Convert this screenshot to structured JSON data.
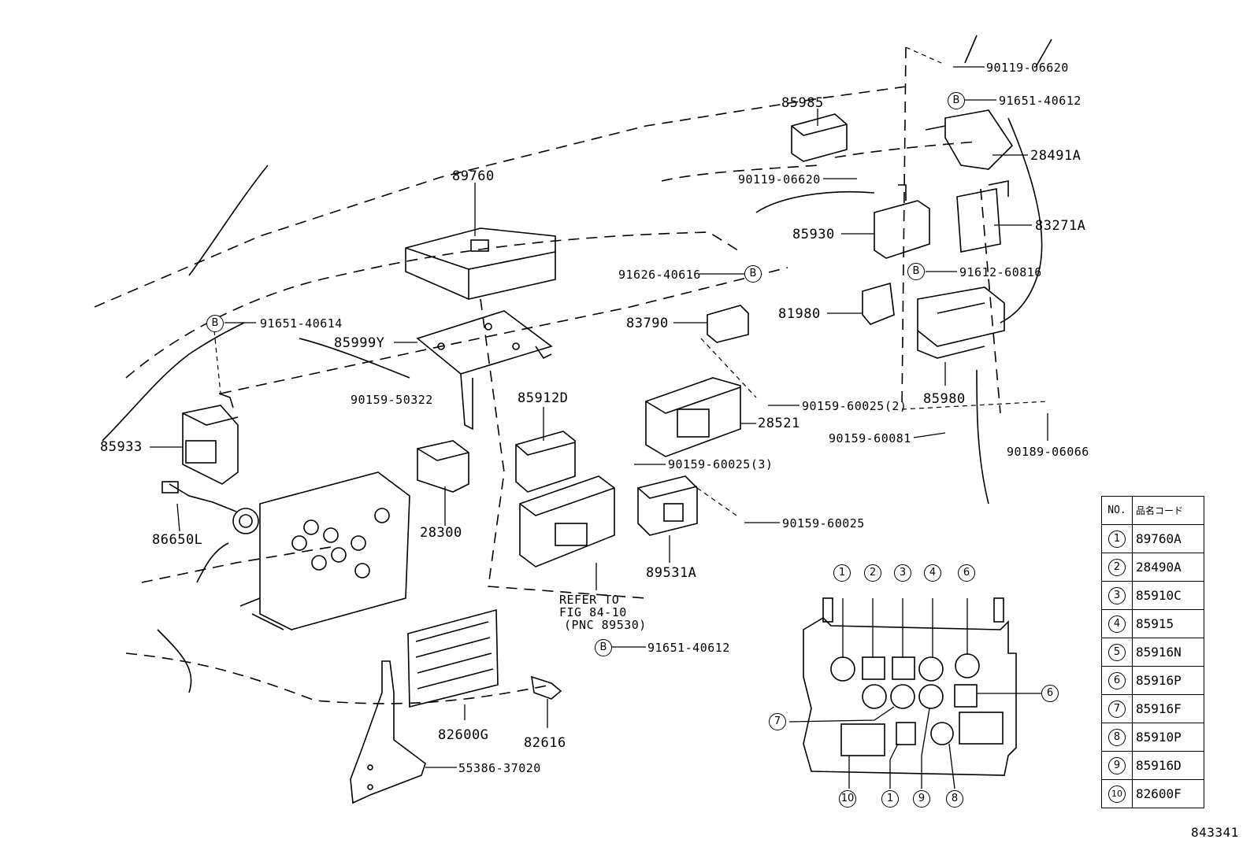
{
  "parts": {
    "p90119_06620_top": "90119-06620",
    "p91651_40612_top": "91651-40612",
    "p28491A": "28491A",
    "p85985": "85985",
    "p90119_06620_mid": "90119-06620",
    "p89760": "89760",
    "p85930": "85930",
    "p83271A": "83271A",
    "p91626_40616": "91626-40616",
    "p91612_60816": "91612-60816",
    "p91651_40614": "91651-40614",
    "p83790": "83790",
    "p81980": "81980",
    "p85999Y": "85999Y",
    "p90159_50322": "90159-50322",
    "p85912D": "85912D",
    "p90159_60025_2": "90159-60025(2)",
    "p85980": "85980",
    "p85933": "85933",
    "p28521": "28521",
    "p90159_60081": "90159-60081",
    "p90189_06066": "90189-06066",
    "p90159_60025_3": "90159-60025(3)",
    "p90159_60025": "90159-60025",
    "p86650L": "86650L",
    "p28300": "28300",
    "p89531A": "89531A",
    "p91651_40612_bot": "91651-40612",
    "p82600G": "82600G",
    "p82616": "82616",
    "p55386_37020": "55386-37020"
  },
  "refer_note": [
    "REFER TO",
    "FIG 84-10",
    "(PNC 89530)"
  ],
  "circle_b": "B",
  "callouts": {
    "c1a": "1",
    "c2": "2",
    "c3": "3",
    "c4": "4",
    "c6a": "6",
    "c6b": "6",
    "c7": "7",
    "c10": "10",
    "c1b": "1",
    "c9": "9",
    "c8": "8"
  },
  "legend": {
    "header_no": "NO.",
    "header_code": "品名コード",
    "rows": [
      {
        "no": "1",
        "code": "89760A"
      },
      {
        "no": "2",
        "code": "28490A"
      },
      {
        "no": "3",
        "code": "85910C"
      },
      {
        "no": "4",
        "code": "85915"
      },
      {
        "no": "5",
        "code": "85916N"
      },
      {
        "no": "6",
        "code": "85916P"
      },
      {
        "no": "7",
        "code": "85916F"
      },
      {
        "no": "8",
        "code": "85910P"
      },
      {
        "no": "9",
        "code": "85916D"
      },
      {
        "no": "10",
        "code": "82600F"
      }
    ]
  },
  "figure_id": "843341"
}
